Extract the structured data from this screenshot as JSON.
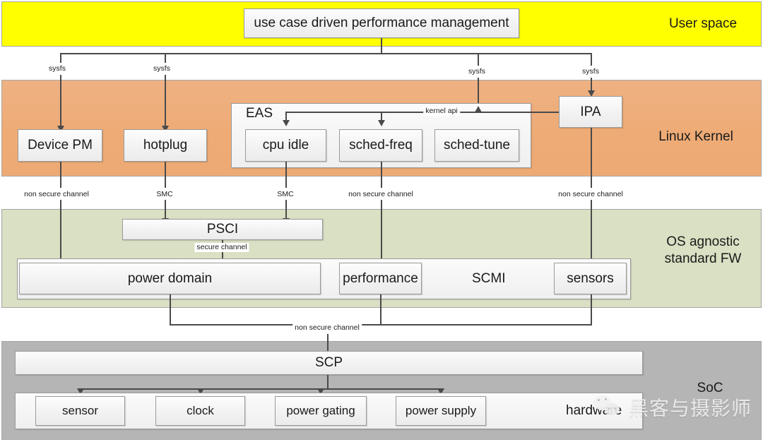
{
  "diagram": {
    "title": "use case driven performance management",
    "layers": [
      {
        "id": "user-space",
        "label": "User space",
        "color": "#ffff00"
      },
      {
        "id": "linux-kernel",
        "label": "Linux Kernel",
        "color": "#efaf7e"
      },
      {
        "id": "os-agnostic-fw",
        "label": "OS agnostic\nstandard FW",
        "color": "#d9e0c3"
      },
      {
        "id": "soc",
        "label": "SoC",
        "color": "#b5b5b5"
      }
    ],
    "user_space": {
      "box_label": "use case driven performance management"
    },
    "kernel": {
      "device_pm": "Device PM",
      "hotplug": "hotplug",
      "eas_title": "EAS",
      "eas_children": [
        "cpu idle",
        "sched-freq",
        "sched-tune"
      ],
      "ipa": "IPA",
      "kernel_api_label": "kernel api"
    },
    "firmware": {
      "psci": "PSCI",
      "scmi_title": "SCMI",
      "scmi_children": [
        "power domain",
        "performance",
        "sensors"
      ]
    },
    "soc": {
      "scp": "SCP",
      "hardware_title": "hardware",
      "hardware_children": [
        "sensor",
        "clock",
        "power gating",
        "power supply"
      ]
    },
    "edge_labels": {
      "sysfs": "sysfs",
      "smc": "SMC",
      "non_secure_channel": "non secure channel",
      "secure_channel": "secure channel"
    }
  },
  "watermark": {
    "text": "黑客与摄影师"
  }
}
